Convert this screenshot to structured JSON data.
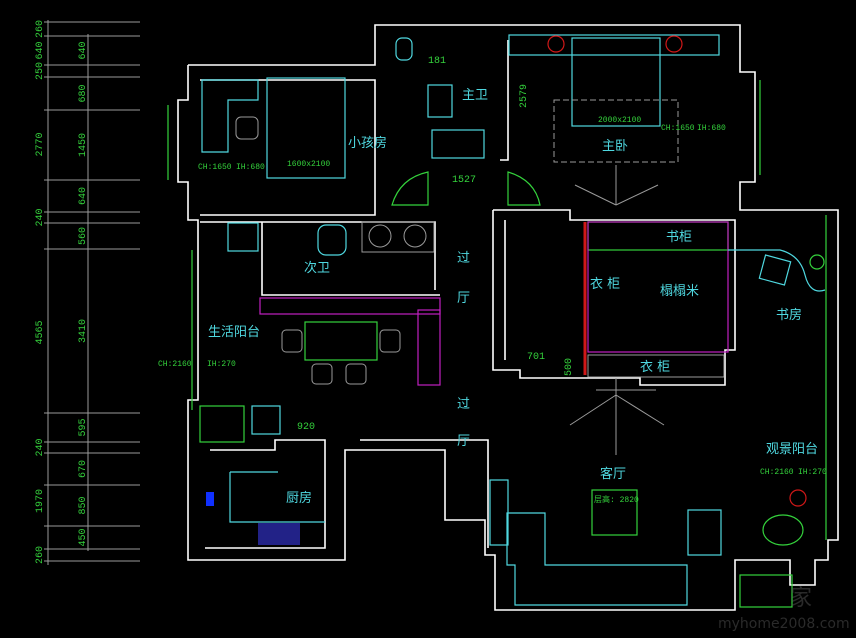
{
  "dimensions_left": {
    "outer": [
      "260",
      "640",
      "250",
      "2770",
      "240",
      "4565",
      "240",
      "1970",
      "260"
    ],
    "inner": [
      "640",
      "680",
      "1450",
      "640",
      "560",
      "3410",
      "595",
      "670",
      "850",
      "450"
    ]
  },
  "rooms": {
    "kids_room": {
      "name": "小孩房",
      "bed": "1600x2100",
      "ch": "CH:1650",
      "ih": "IH:680"
    },
    "master_bath": {
      "name": "主卫",
      "dim_181": "181",
      "dim_1527": "1527",
      "dim_2579": "2579"
    },
    "master_bedroom": {
      "name": "主卧",
      "bed": "2000x2100",
      "ch": "CH:1650",
      "ih": "IH:680"
    },
    "second_bath": {
      "name": "次卫"
    },
    "utility_balcony": {
      "name": "生活阳台",
      "ch": "CH:2160",
      "ih": "IH:270"
    },
    "hall_1": {
      "a": "过",
      "b": "厅"
    },
    "hall_2": {
      "a": "过",
      "b": "厅"
    },
    "wardrobe_1": {
      "name": "衣  柜"
    },
    "tatami": {
      "name": "榻榻米"
    },
    "bookcase": {
      "name": "书柜"
    },
    "study": {
      "name": "书房"
    },
    "wardrobe_2": {
      "name": "衣  柜"
    },
    "dim_701": "701",
    "dim_500": "500",
    "dim_920": "920",
    "kitchen": {
      "name": "厨房"
    },
    "living_room": {
      "name": "客厅",
      "height": "层高: 2820"
    },
    "view_balcony": {
      "name": "观景阳台",
      "ch": "CH:2160",
      "ih": "IH:270"
    }
  },
  "watermark": {
    "brand": "家",
    "url": "myhome2008.com"
  },
  "colors": {
    "wall": "#ffffff",
    "furniture": "#4fd8e0",
    "dimension": "#34d23c",
    "accent": "#c020c0",
    "fixture": "#d01818"
  }
}
